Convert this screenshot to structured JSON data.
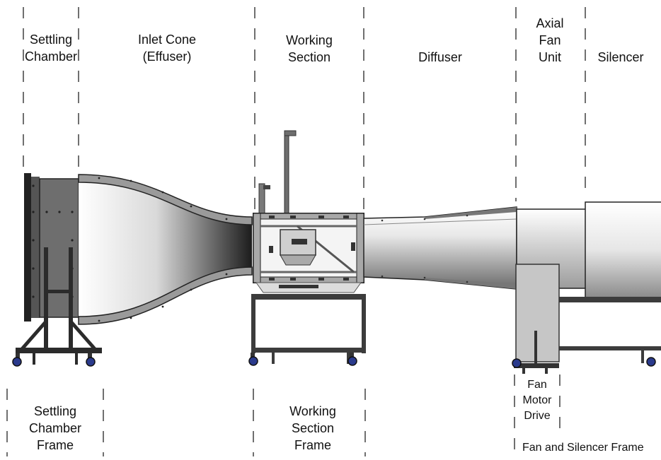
{
  "labels": {
    "settling_chamber": [
      "Settling",
      "Chamber"
    ],
    "inlet_cone": [
      "Inlet Cone",
      "(Effuser)"
    ],
    "working_section": [
      "Working",
      "Section"
    ],
    "diffuser": [
      "Diffuser"
    ],
    "axial_fan_unit": [
      "Axial",
      "Fan",
      "Unit"
    ],
    "silencer": [
      "Silencer"
    ],
    "settling_chamber_frame": [
      "Settling",
      "Chamber",
      "Frame"
    ],
    "working_section_frame": [
      "Working",
      "Section",
      "Frame"
    ],
    "fan_motor_drive": [
      "Fan",
      "Motor",
      "Drive"
    ],
    "fan_and_silencer_frame": [
      "Fan and Silencer Frame"
    ]
  },
  "colors": {
    "frame": "#2b2b2b",
    "metal_light": "#f2f2f2",
    "metal_dark": "#3a3a3a",
    "panel": "#bdbdbd",
    "wheel": "#2a3a8c"
  }
}
